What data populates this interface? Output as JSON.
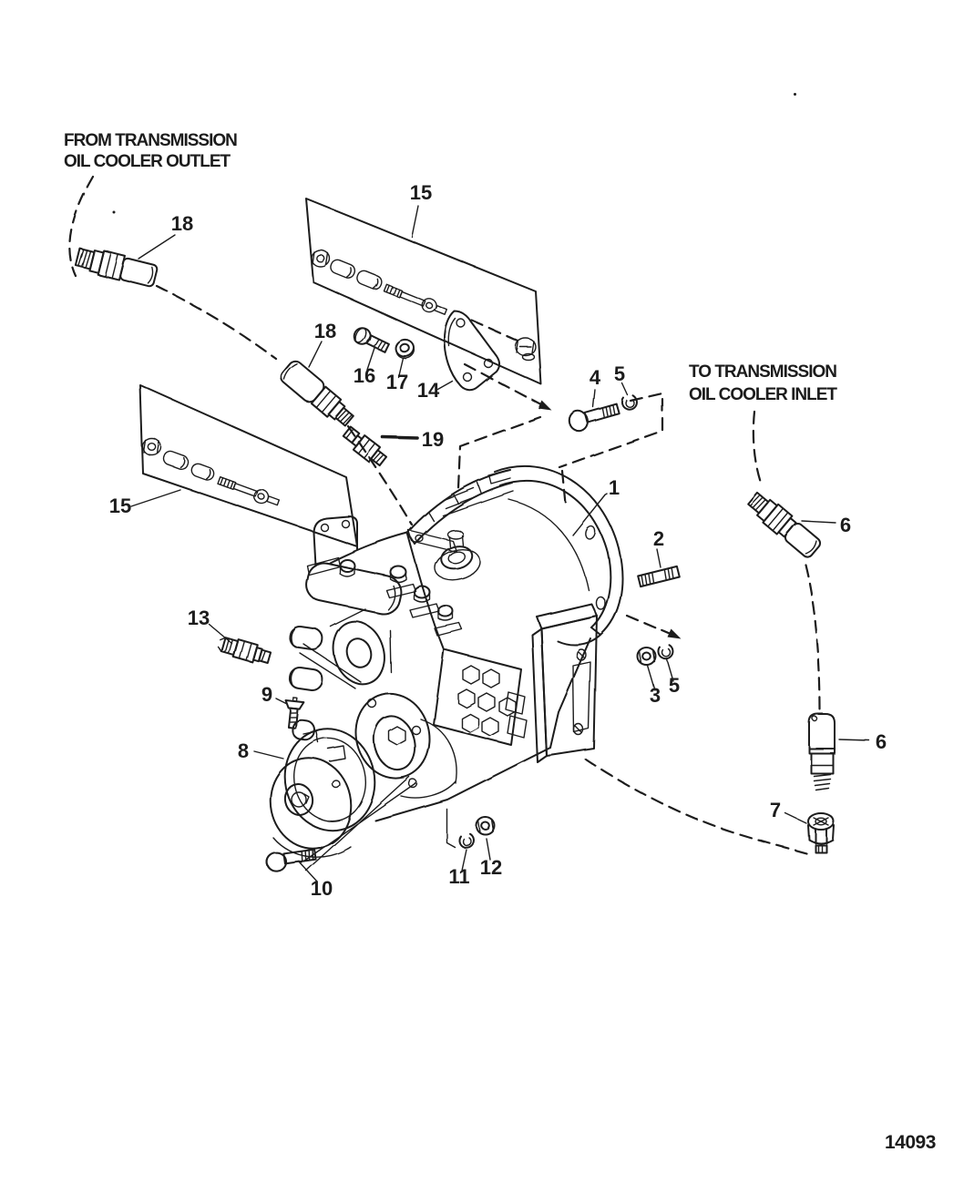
{
  "page": {
    "background": "#ffffff",
    "ink": "#1c1c1c",
    "type": "exploded-parts-diagram"
  },
  "labels": {
    "from_outlet_line1": "FROM TRANSMISSION",
    "from_outlet_line2": "OIL COOLER OUTLET",
    "to_inlet_line1": "TO TRANSMISSION",
    "to_inlet_line2": "OIL COOLER INLET"
  },
  "drawing_number": "14093",
  "callouts": {
    "transmission": "1",
    "stud": "2",
    "nut": "3",
    "bolt_top": "4",
    "washer_top": "5",
    "washer_side": "5",
    "fitting_upper": "6",
    "fitting_lower": "6",
    "adapter": "7",
    "coupling": "8",
    "screw": "9",
    "bolt_bottom": "10",
    "washer_bottom": "11",
    "nut_bottom": "12",
    "sender": "13",
    "bracket": "14",
    "kit_top": "15",
    "kit_left": "15",
    "bolt_bracket": "16",
    "washer_bracket": "17",
    "fitting_outlet": "18",
    "fitting_inner": "18",
    "sender_top": "19"
  }
}
